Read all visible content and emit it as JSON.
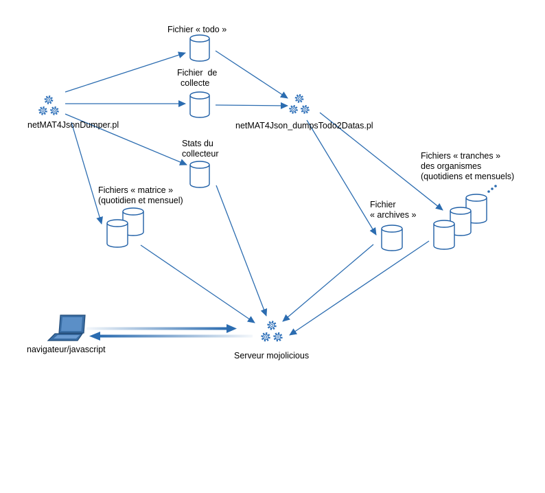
{
  "nodes": {
    "dumper_label": "netMAT4JsonDumper.pl",
    "todo_label": "Fichier « todo »",
    "collecte_line1": "Fichier  de",
    "collecte_line2": "collecte",
    "dumps_label": "netMAT4Json_dumpsTodo2Datas.pl",
    "stats_line1": "Stats du",
    "stats_line2": "collecteur",
    "matrice_line1": "Fichiers « matrice »",
    "matrice_line2": "(quotidien et mensuel)",
    "archives_line1": "Fichier",
    "archives_line2": "« archives »",
    "tranches_line1": "Fichiers « tranches »",
    "tranches_line2": "des organismes",
    "tranches_line3": "(quotidiens et mensuels)",
    "serveur_label": "Serveur mojolicious",
    "navigateur_label": "navigateur/javascript"
  },
  "icons": {
    "process": "gears-icon",
    "storage": "database-cylinder-icon",
    "client": "laptop-icon"
  },
  "colors": {
    "primary": "#2b6cb0",
    "outline": "#1f5fa6"
  }
}
